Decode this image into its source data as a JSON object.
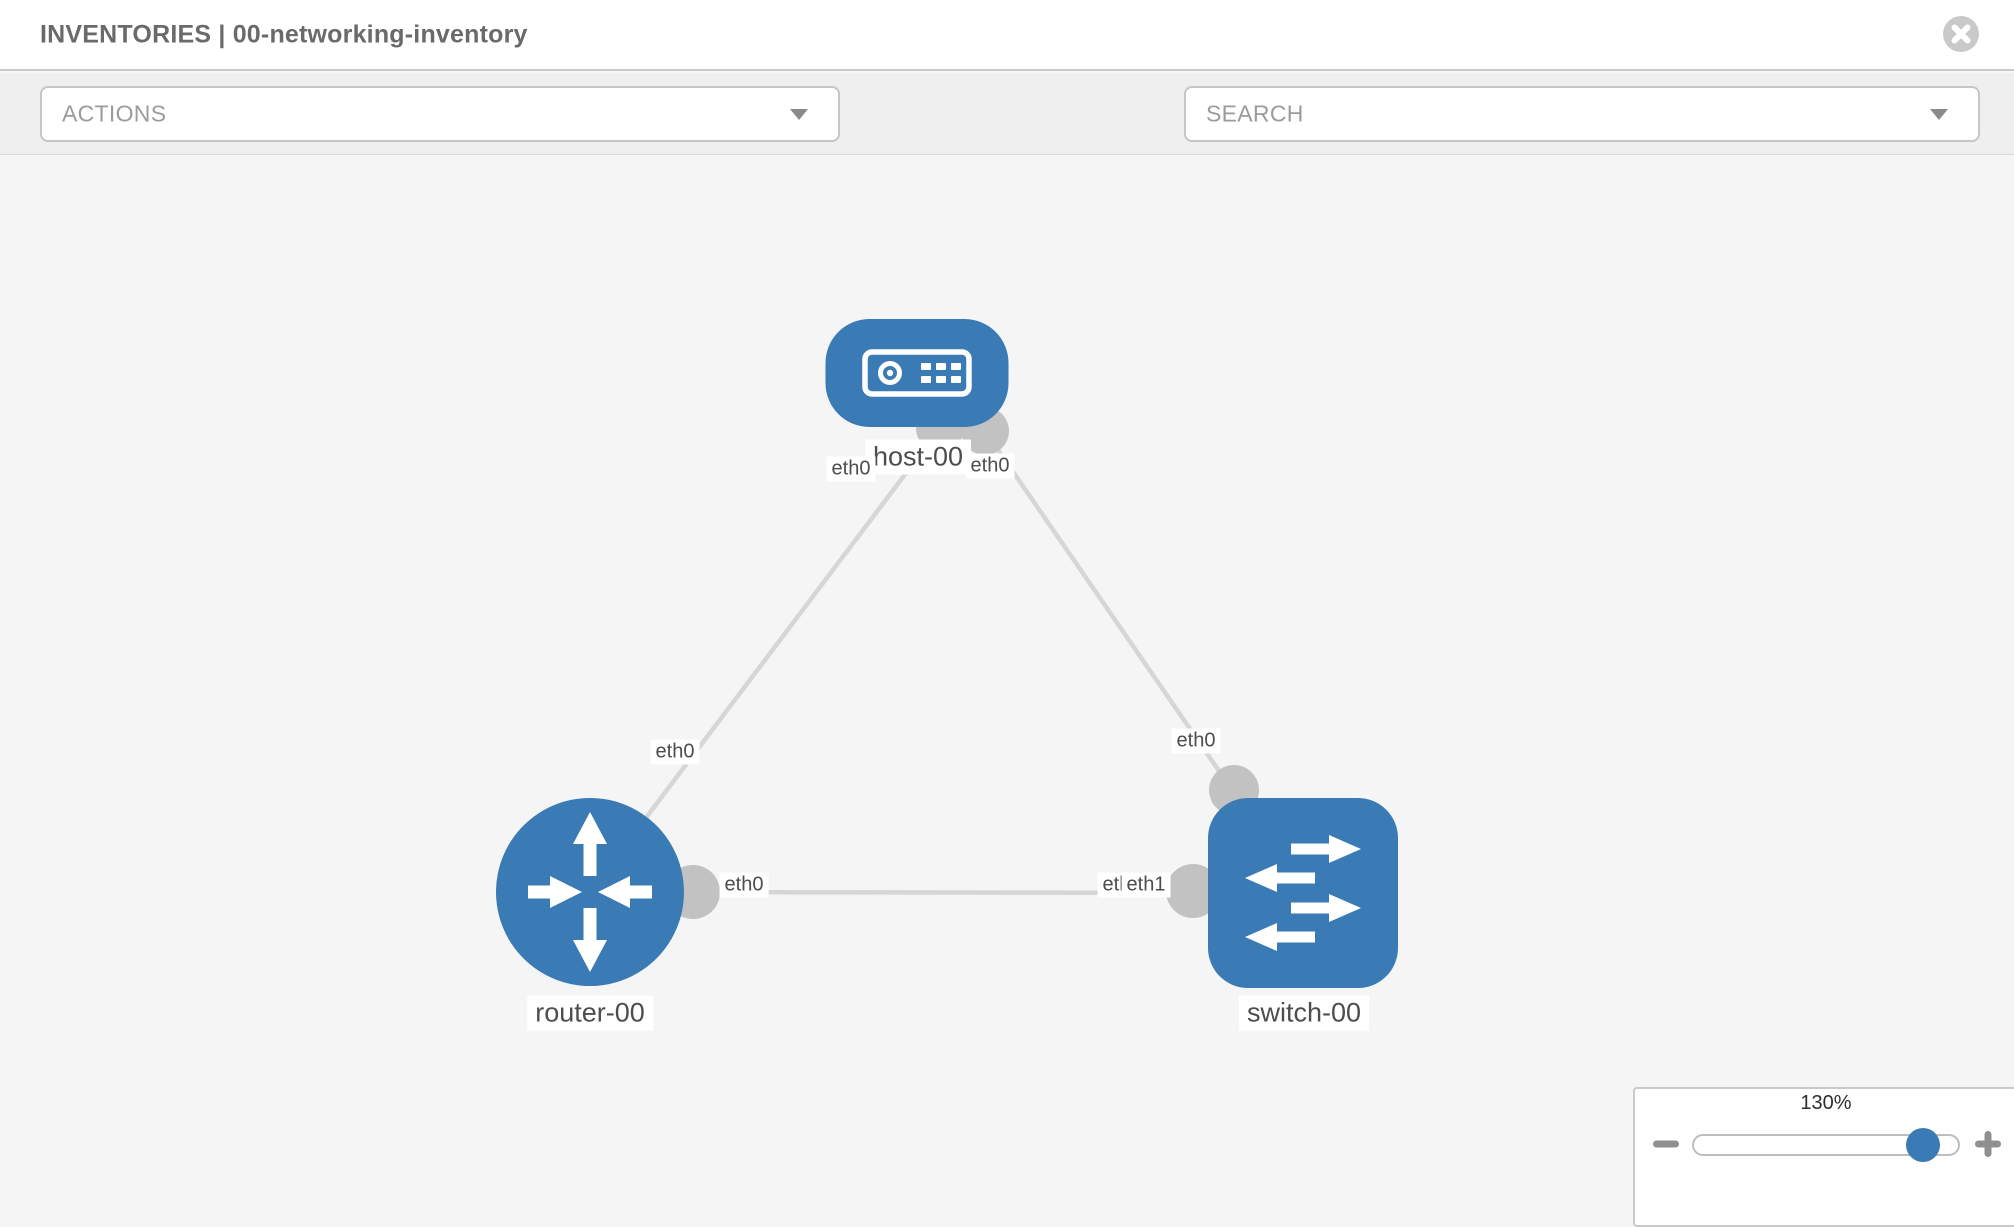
{
  "header": {
    "title": "INVENTORIES | 00-networking-inventory"
  },
  "toolbar": {
    "actions": {
      "label": "ACTIONS"
    },
    "search": {
      "label": "SEARCH"
    },
    "icons": [
      "wrench-icon",
      "key-icon"
    ]
  },
  "topology": {
    "nodes": [
      {
        "name": "host-00",
        "type": "host",
        "icon": "server-icon",
        "shape": "rounded-rect"
      },
      {
        "name": "router-00",
        "type": "router",
        "icon": "router-arrows-icon",
        "shape": "circle"
      },
      {
        "name": "switch-00",
        "type": "switch",
        "icon": "switch-arrows-icon",
        "shape": "rounded-square"
      }
    ],
    "links": [
      {
        "source": "host-00",
        "source_interface": "eth0",
        "target": "router-00",
        "target_interface": "eth0"
      },
      {
        "source": "host-00",
        "source_interface": "eth0",
        "target": "switch-00",
        "target_interface": "eth0"
      },
      {
        "source": "router-00",
        "source_interface": "eth0",
        "target": "switch-00",
        "target_interface": "eth1",
        "target_overlapped_interface": "eth0"
      }
    ]
  },
  "zoom_control": {
    "level": "130%",
    "icons": [
      "zoom-out-minus-icon",
      "zoom-in-plus-icon"
    ]
  },
  "colors": {
    "node_blue": "#3a7bb5",
    "link_gray": "#d6d6d6",
    "port_gray": "#c2c2c2",
    "label_text": "#4d4d4d",
    "toolbar_bg": "#efefef",
    "canvas_bg": "#f5f5f5"
  }
}
